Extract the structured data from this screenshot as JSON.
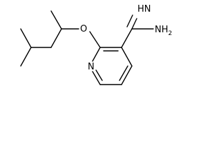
{
  "molecule": {
    "atoms": {
      "imine": "HN",
      "amine": "NH",
      "amine_subscript": "2",
      "ether_oxygen": "O",
      "ring_nitrogen": "N"
    }
  }
}
